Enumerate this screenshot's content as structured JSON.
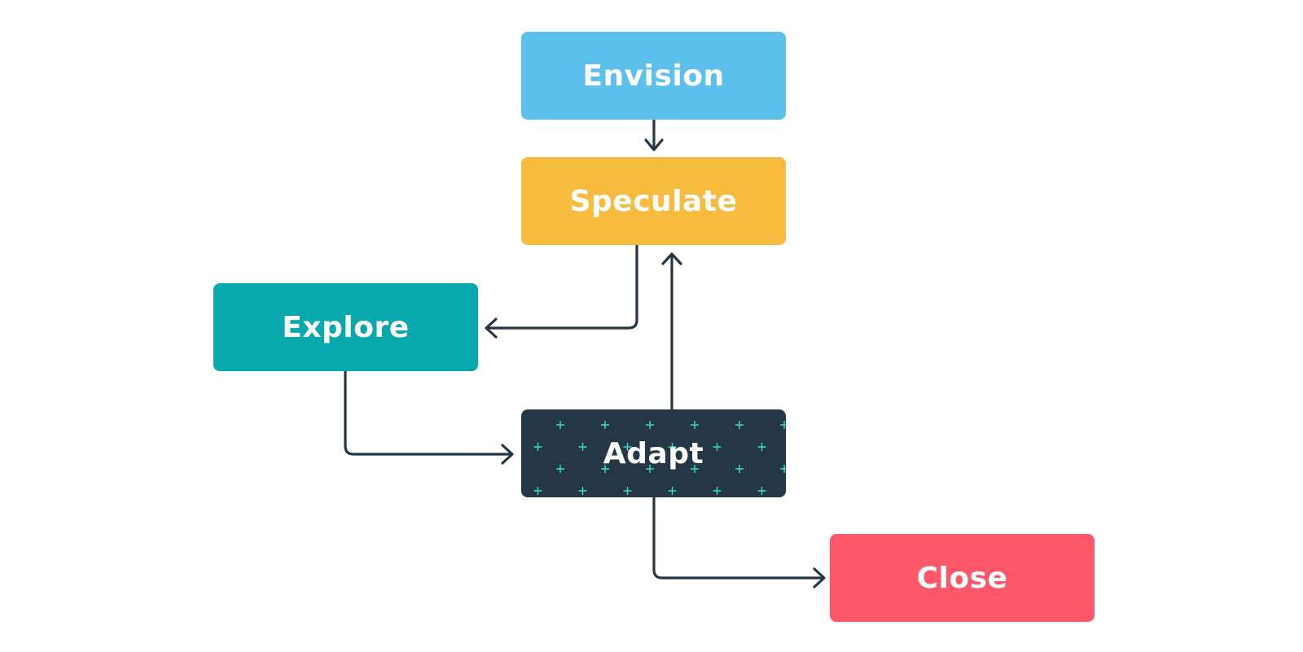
{
  "diagram": {
    "nodes": [
      {
        "id": "envision",
        "label": "Envision",
        "color": "#5BC0EB"
      },
      {
        "id": "speculate",
        "label": "Speculate",
        "color": "#F7BB3D"
      },
      {
        "id": "explore",
        "label": "Explore",
        "color": "#08A9AE"
      },
      {
        "id": "adapt",
        "label": "Adapt",
        "color": "#253746",
        "pattern_color": "#2EE6C8"
      },
      {
        "id": "close",
        "label": "Close",
        "color": "#FD5769"
      }
    ],
    "edges": [
      {
        "from": "envision",
        "to": "speculate"
      },
      {
        "from": "speculate",
        "to": "explore"
      },
      {
        "from": "explore",
        "to": "adapt"
      },
      {
        "from": "adapt",
        "to": "speculate"
      },
      {
        "from": "adapt",
        "to": "close"
      }
    ],
    "line_color": "#253746"
  }
}
